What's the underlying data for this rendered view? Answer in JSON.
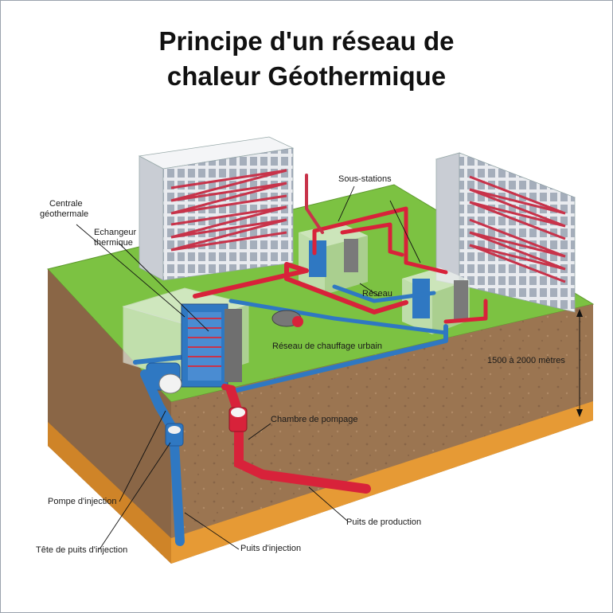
{
  "title": {
    "line1": "Principe d'un réseau de",
    "line2": "chaleur Géothermique"
  },
  "labels": {
    "centrale_line1": "Centrale",
    "centrale_line2": "géothermale",
    "echangeur_line1": "Echangeur",
    "echangeur_line2": "thermique",
    "sous_stations": "Sous-stations",
    "reseau": "Réseau",
    "reseau_chauffage": "Réseau de chauffage urbain",
    "depth": "1500 à 2000 mètres",
    "chambre_pompage": "Chambre de pompage",
    "pompe_injection": "Pompe d'injection",
    "puits_production": "Puits de production",
    "tete_puits": "Tête de puits d'injection",
    "puits_injection": "Puits d'injection"
  },
  "colors": {
    "grass": "#7cc242",
    "soil": "#9b7551",
    "soil_dark": "#7a5a3e",
    "aquifer": "#e69a35",
    "hot_pipe": "#d8223a",
    "cold_pipe": "#2f78c2",
    "building": "#e9ebef",
    "window": "#8e99aa"
  }
}
